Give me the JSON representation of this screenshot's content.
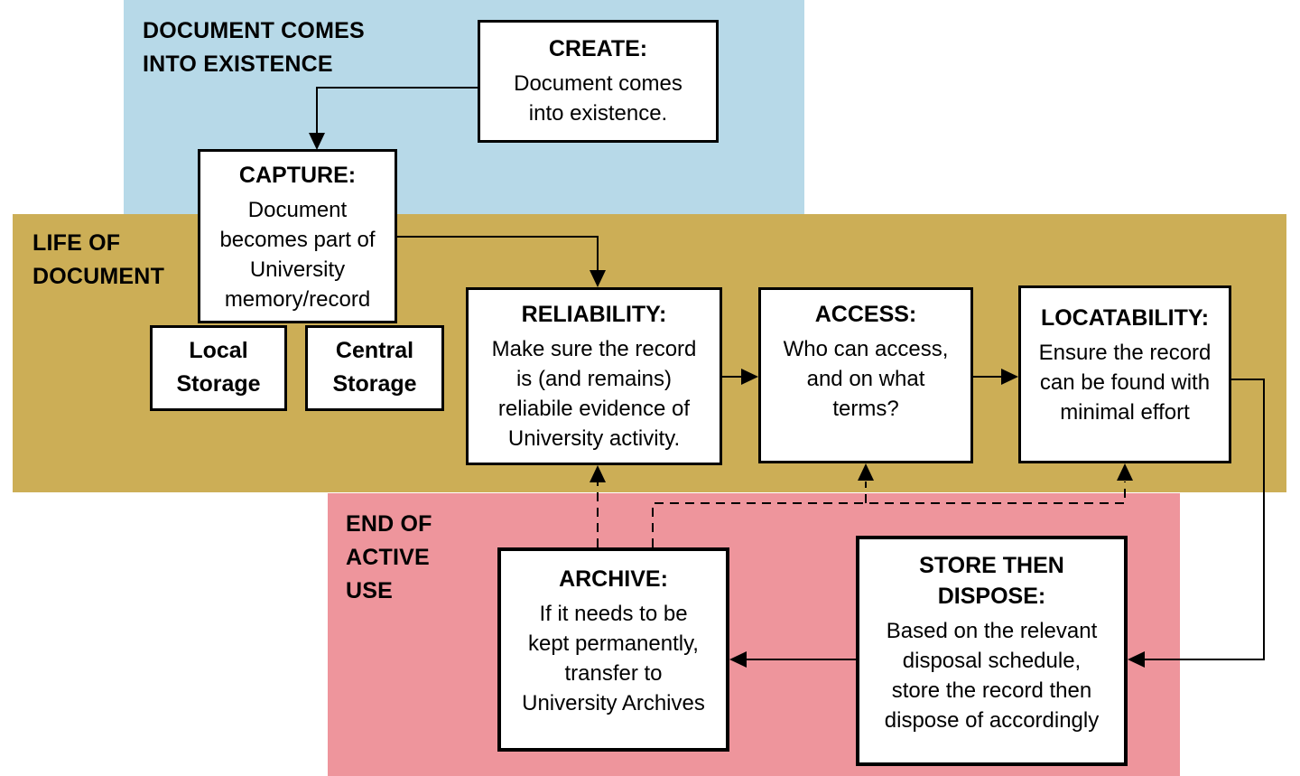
{
  "colors": {
    "existence_band": "#b7d9e8",
    "life_band": "#ccae56",
    "end_band": "#ee959c",
    "box_background": "#ffffff",
    "box_border": "#000000",
    "text": "#000000"
  },
  "bands": {
    "existence": {
      "label": "DOCUMENT COMES\nINTO EXISTENCE"
    },
    "life": {
      "label": "LIFE OF\nDOCUMENT"
    },
    "end": {
      "label": "END OF\nACTIVE\nUSE"
    }
  },
  "boxes": {
    "create": {
      "title": "CREATE:",
      "body": "Document comes\ninto existence."
    },
    "capture": {
      "title": "CAPTURE:",
      "body": "Document\nbecomes part of\nUniversity\nmemory/record"
    },
    "local_storage": {
      "title": "Local\nStorage"
    },
    "central_storage": {
      "title": "Central\nStorage"
    },
    "reliability": {
      "title": "RELIABILITY:",
      "body": "Make sure the record\nis (and remains)\nreliabile evidence of\nUniversity activity."
    },
    "access": {
      "title": "ACCESS:",
      "body": "Who can access,\nand on what\nterms?"
    },
    "locatability": {
      "title": "LOCATABILITY:",
      "body": "Ensure the record\ncan be found with\nminimal effort"
    },
    "archive": {
      "title": "ARCHIVE:",
      "body": "If it needs to be\nkept permanently,\ntransfer to\nUniversity Archives"
    },
    "store_dispose": {
      "title": "STORE THEN\nDISPOSE:",
      "body": "Based on the relevant\ndisposal schedule,\nstore the record then\ndispose of accordingly"
    }
  }
}
